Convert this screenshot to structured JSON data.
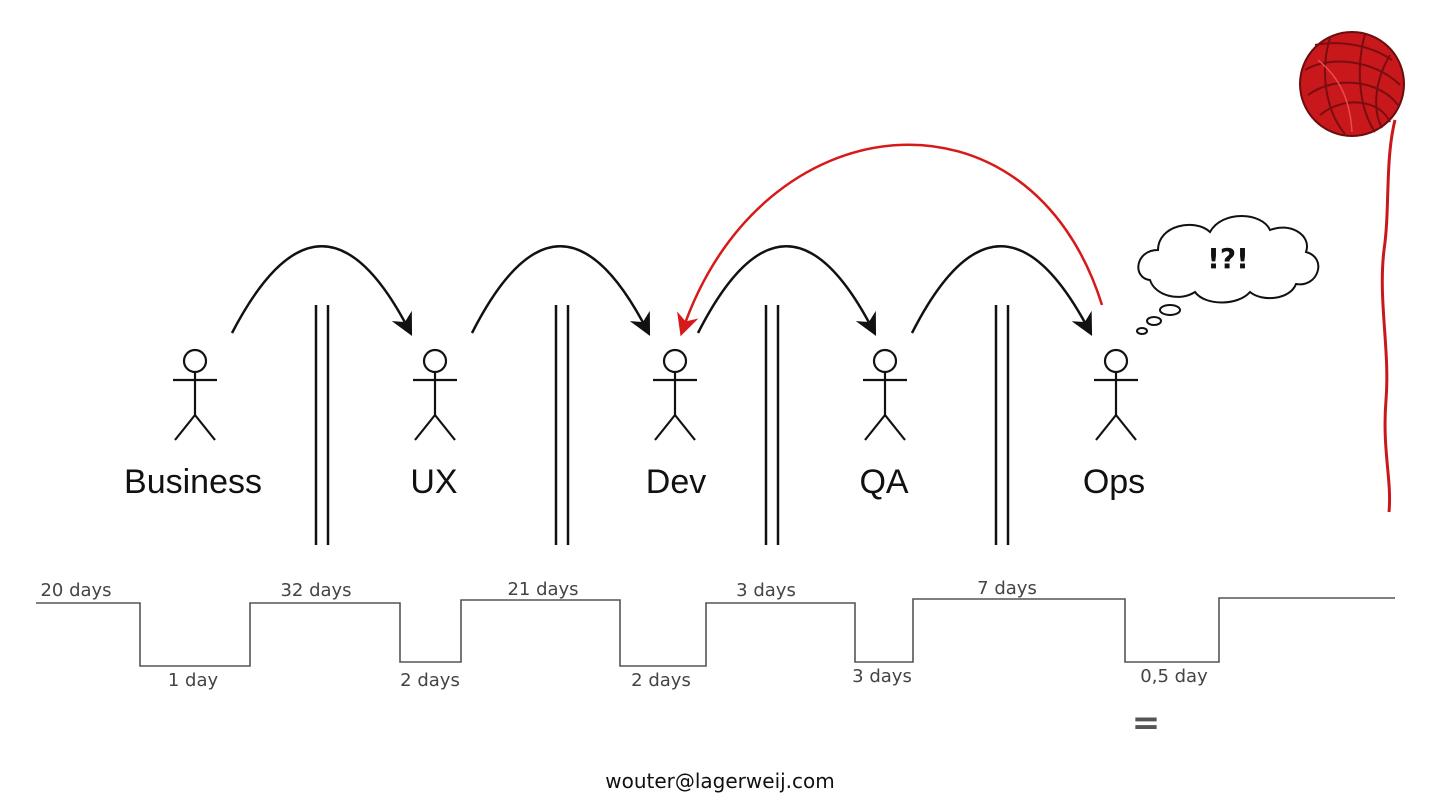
{
  "roles": [
    {
      "name": "Business"
    },
    {
      "name": "UX"
    },
    {
      "name": "Dev"
    },
    {
      "name": "QA"
    },
    {
      "name": "Ops"
    }
  ],
  "durations": {
    "high": [
      "20 days",
      "32 days",
      "21 days",
      "3 days",
      "7 days"
    ],
    "low": [
      "1 day",
      "2 days",
      "2 days",
      "3 days",
      "0,5 day"
    ]
  },
  "thought": "!?!",
  "equals_sign": "=",
  "footer": "wouter@lagerweij.com",
  "colors": {
    "ink": "#111111",
    "feedback_arrow": "#d61a1a",
    "yarn": "#c8181c",
    "timeline": "#555555"
  },
  "icons": [
    "stick-figure-icon",
    "yarn-ball-icon",
    "thought-cloud-icon"
  ]
}
